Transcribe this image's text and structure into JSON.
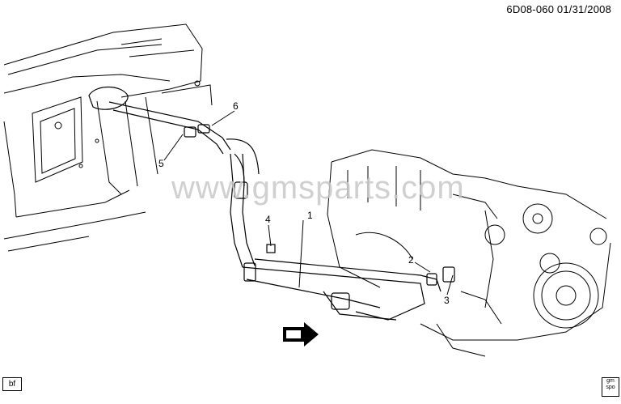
{
  "header": {
    "code": "6D08-060  01/31/2008"
  },
  "footer": {
    "left_tag": "bf",
    "logo_text": "gm spo"
  },
  "watermark": {
    "text": "www.gmsparts.com"
  },
  "callouts": [
    {
      "label": "1"
    },
    {
      "label": "2"
    },
    {
      "label": "3"
    },
    {
      "label": "4"
    },
    {
      "label": "5"
    },
    {
      "label": "6"
    }
  ],
  "icons": {
    "front_arrow": "front-direction-arrow-icon"
  }
}
